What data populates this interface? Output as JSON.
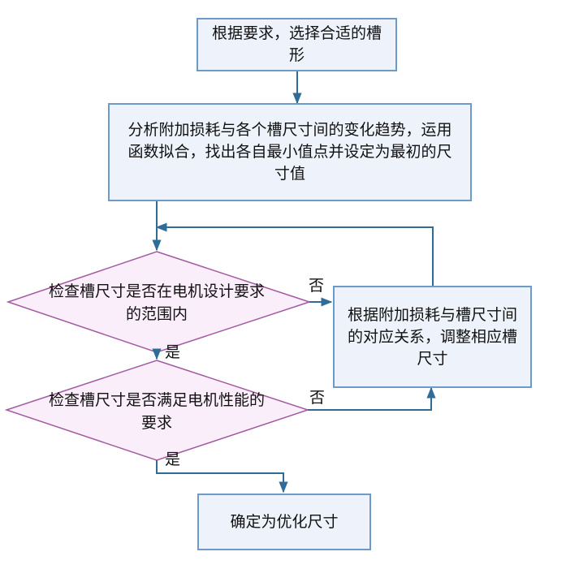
{
  "nodes": {
    "select_slot": "根据要求，选择合适的槽形",
    "analyze": "分析附加损耗与各个槽尺寸间的变化趋势，运用函数拟合，找出各自最小值点并设定为最初的尺寸值",
    "check_range": "检查槽尺寸是否在电机设计要求的范围内",
    "adjust": "根据附加损耗与槽尺寸间的对应关系，调整相应槽尺寸",
    "check_performance": "检查槽尺寸是否满足电机性能的要求",
    "final": "确定为优化尺寸"
  },
  "edges": {
    "range_no": "否",
    "range_yes": "是",
    "perf_no": "否",
    "perf_yes": "是"
  },
  "colors": {
    "box_fill": "#eef3fb",
    "box_border": "#6d9ac6",
    "diamond_fill": "#fbeefb",
    "diamond_border": "#a35aa0",
    "arrow": "#2f6d98"
  }
}
